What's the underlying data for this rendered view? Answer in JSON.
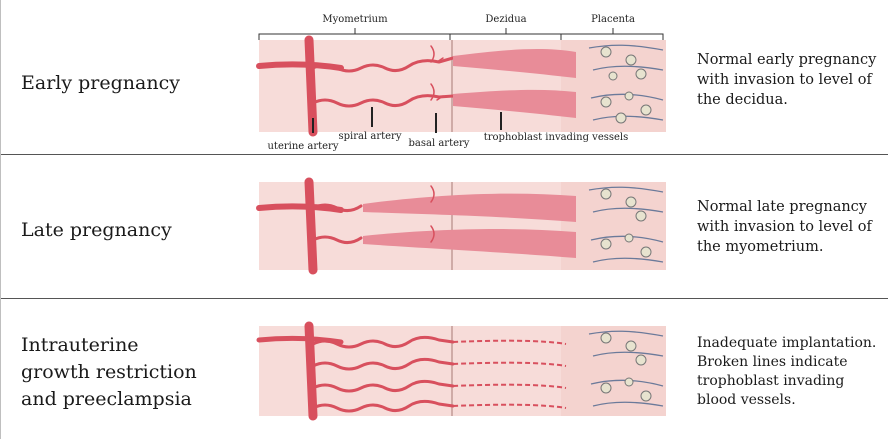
{
  "rows": [
    {
      "label": "Early pregnancy",
      "description": "Normal early pregnancy with invasion to level of the decidua."
    },
    {
      "label": "Late pregnancy",
      "description": "Normal late pregnancy with invasion to level of the myometrium."
    },
    {
      "label": "Intrauterine growth restriction and preeclampsia",
      "description": "Inadequate implantation. Broken lines indicate trophoblast invading blood vessels."
    }
  ],
  "zones": {
    "myometrium": "Myometrium",
    "decidua": "Dezidua",
    "placenta": "Placenta"
  },
  "callouts": {
    "uterine_artery": "uterine artery",
    "spiral_artery": "spiral artery",
    "basal_artery": "basal artery",
    "trophoblast": "trophoblast invading vessels"
  },
  "colors": {
    "artery": "#d8505e",
    "tissue": "#f7dcd9",
    "border": "#555555"
  }
}
